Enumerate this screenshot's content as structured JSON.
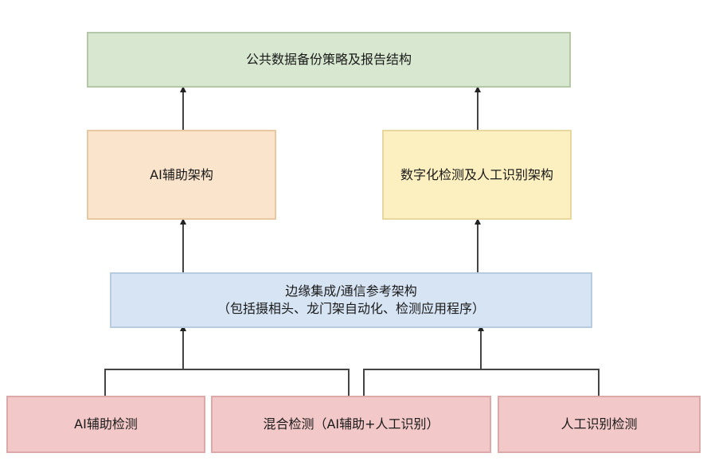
{
  "diagram": {
    "top": {
      "label": "公共数据备份策略及报告结构"
    },
    "middle_left": {
      "label": "AI辅助架构"
    },
    "middle_right": {
      "label": "数字化检测及人工识别架构"
    },
    "edge": {
      "line1": "边缘集成/通信参考架构",
      "line2": "（包括摄相头、龙门架自动化、检测应用程序）"
    },
    "bottom": [
      {
        "label": "AI辅助检测"
      },
      {
        "label": "混合检测（AI辅助+人工识别）"
      },
      {
        "label": "人工识别检测"
      }
    ]
  }
}
